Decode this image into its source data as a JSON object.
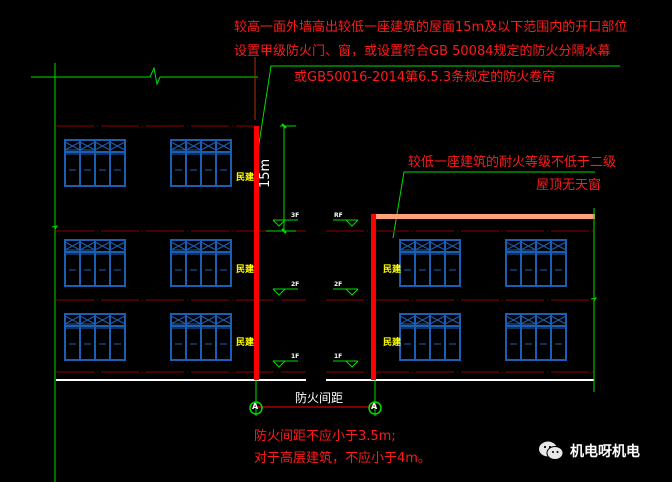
{
  "notes": {
    "top_line1": "较高一面外墙高出较低一座建筑的屋面15m及以下范围内的开口部位",
    "top_line2": "设置甲级防火门、窗，或设置符合GB  50084规定的防火分隔水幕",
    "top_line3": "或GB50016-2014第6.5.3条规定的防火卷帘",
    "right_line1": "较低一座建筑的耐火等级不低于二级",
    "right_line2": "屋顶无天窗",
    "bottom_line1": "防火间距不应小于3.5m;",
    "bottom_line2": "对于高层建筑，不应小于4m。"
  },
  "dimension": {
    "height_label": "15m",
    "spacing_label": "防火间距"
  },
  "axis_markers": [
    "A",
    "A"
  ],
  "building_labels": {
    "left": [
      "民建",
      "民建",
      "民建"
    ],
    "right": [
      "民建",
      "民建"
    ]
  },
  "floor_levels": {
    "left": [
      "3F",
      "2F",
      "1F"
    ],
    "right": [
      "RF",
      "2F",
      "1F"
    ]
  },
  "watermark": {
    "icon": "wechat-icon",
    "text": "机电呀机电"
  },
  "colors": {
    "background": "#000000",
    "firewall": "#ff0000",
    "note_text": "#ff1a1a",
    "leader": "#00dd00",
    "window": "#1a5fb4",
    "floor_line": "#8b0000",
    "roof": "#ffa07a",
    "label": "#ffff00"
  }
}
